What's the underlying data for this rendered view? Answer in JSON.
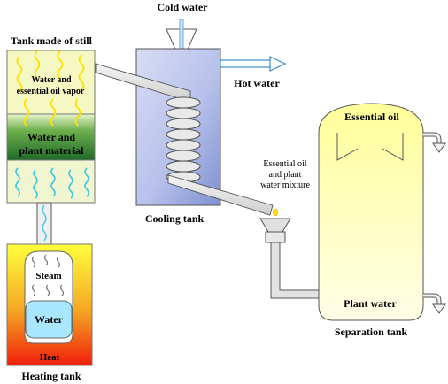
{
  "labels": {
    "cold_water": "Cold water",
    "hot_water": "Hot water",
    "still_tank": "Tank made of still",
    "vapor_line1": "Water and",
    "vapor_line2": "essential oil vapor",
    "plant_line1": "Water and",
    "plant_line2": "plant material",
    "cooling_tank": "Cooling tank",
    "mixture_line1": "Essential oil",
    "mixture_line2": "and plant",
    "mixture_line3": "water mixture",
    "steam": "Steam",
    "water": "Water",
    "heat": "Heat",
    "heating_tank": "Heating tank",
    "essential_oil": "Essential oil",
    "plant_water": "Plant water",
    "separation_tank": "Separation tank"
  },
  "colors": {
    "flame_yellow": "#ffff3c",
    "flame_orange": "#f5a623",
    "heat_red": "#f01e0a",
    "plant_green": "#2e7d2e",
    "plant_light": "#e6f5c8",
    "water_blue": "#a9e6ff",
    "cooling_blue": "#8e9ed8",
    "separation_yellow": "#ffff9a",
    "vapor_wave": "#ffe000",
    "steam_wave": "#40c8e0"
  },
  "icons": {
    "cold_water_funnel": "funnel-icon",
    "hot_water_arrow": "arrow-right-icon",
    "outlet_arrows": "curved-arrow-icon"
  }
}
